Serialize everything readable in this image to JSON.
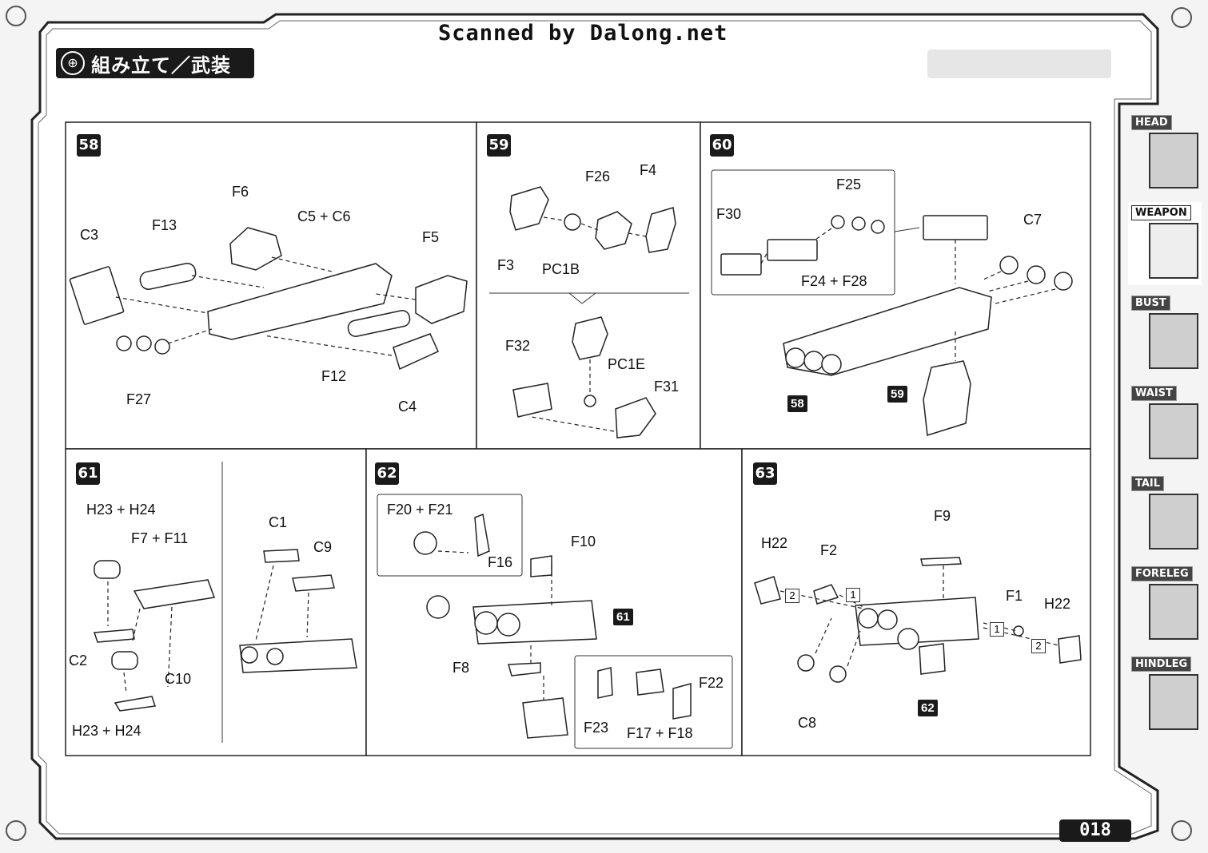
{
  "header": {
    "scan_credit": "Scanned by Dalong.net",
    "section_title": "組み立て／武装",
    "section_icon": "crosshair-icon"
  },
  "sidebar": {
    "tabs": [
      {
        "label": "HEAD"
      },
      {
        "label": "WEAPON",
        "active": true
      },
      {
        "label": "BUST"
      },
      {
        "label": "WAIST"
      },
      {
        "label": "TAIL"
      },
      {
        "label": "FORELEG"
      },
      {
        "label": "HINDLEG"
      }
    ]
  },
  "footer": {
    "page_number": "018"
  },
  "steps": [
    {
      "number": "58",
      "labels": [
        "C3",
        "F13",
        "F6",
        "C5 + C6",
        "F5",
        "F27",
        "F12",
        "C4"
      ]
    },
    {
      "number": "59",
      "labels": [
        "F3",
        "PC1B",
        "F26",
        "F4",
        "F32",
        "PC1E",
        "F31"
      ]
    },
    {
      "number": "60",
      "labels": [
        "F30",
        "F25",
        "F24 + F28",
        "C7",
        "58",
        "59"
      ]
    },
    {
      "number": "61",
      "labels": [
        "H23 + H24",
        "F7 + F11",
        "C2",
        "C10",
        "H23 + H24",
        "C1",
        "C9"
      ]
    },
    {
      "number": "62",
      "labels": [
        "F20 + F21",
        "F16",
        "F10",
        "61",
        "F8",
        "F23",
        "F17 + F18",
        "F22"
      ]
    },
    {
      "number": "63",
      "labels": [
        "F9",
        "H22",
        "F2",
        "F1",
        "H22",
        "C8",
        "62",
        "1",
        "2"
      ]
    }
  ]
}
